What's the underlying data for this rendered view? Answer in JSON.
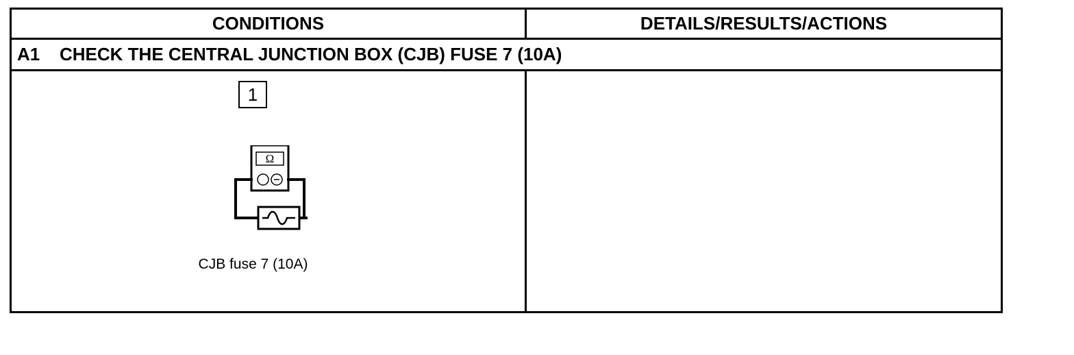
{
  "table": {
    "header_conditions": "CONDITIONS",
    "header_details": "DETAILS/RESULTS/ACTIONS",
    "step_id": "A1",
    "step_title": "CHECK THE CENTRAL JUNCTION BOX (CJB) FUSE 7 (10A)",
    "figure_number": "1",
    "meter_symbol": "Ω",
    "figure_caption": "CJB fuse 7 (10A)",
    "details_text": ""
  },
  "icons": {
    "meter": "ohmmeter-icon",
    "fuse": "fuse-icon"
  },
  "colors": {
    "ink": "#000000",
    "paper": "#ffffff"
  }
}
